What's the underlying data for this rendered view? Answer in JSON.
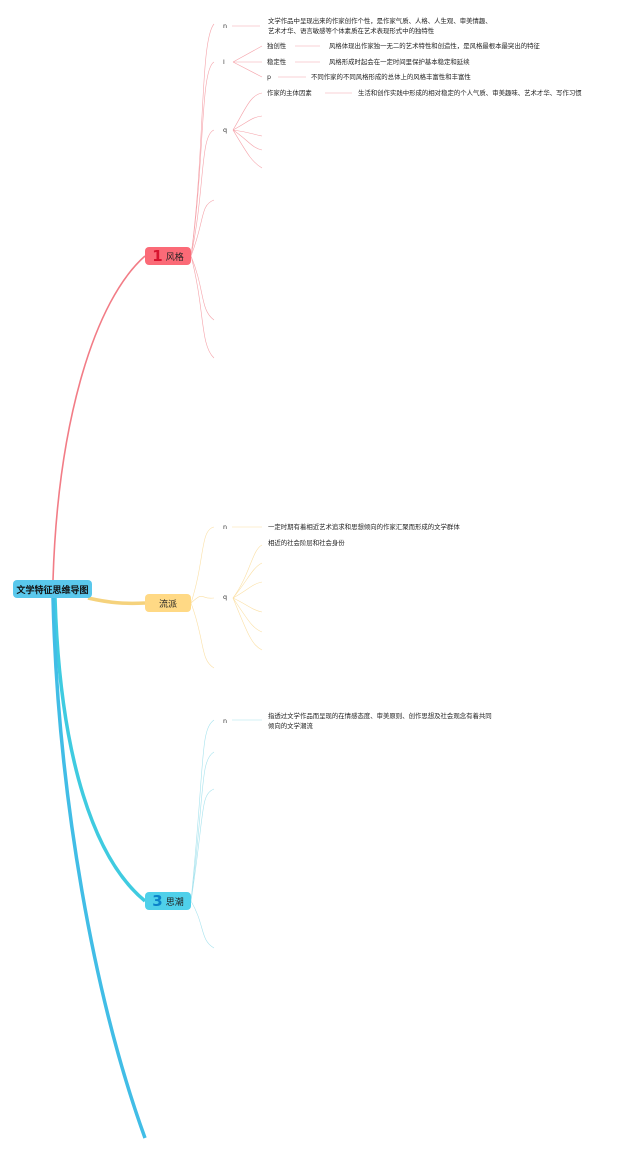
{
  "root": {
    "label": "文学特征思维导图"
  },
  "branches": [
    {
      "num": "1",
      "label": "风格",
      "color": "#f07c88",
      "items": [
        {
          "mark": "n",
          "lines": [
            "文学作品中呈现出来的作家创作个性，是作家气质、人格、人生观、审美情趣、",
            "艺术才华、语言敏感等个体素质在艺术表现形式中的独特性"
          ]
        },
        {
          "mark": "l",
          "terms": [
            {
              "term": "独创性",
              "desc": "风格体现出作家独一无二的艺术特性和创造性，是风格最根本最突出的特征"
            },
            {
              "term": "稳定性",
              "desc": "风格形成时起会在一定时间里保护基本稳定和延续"
            }
          ]
        },
        {
          "mark": "p",
          "desc": "不同作家的不同风格形成的总体上的风格丰富性和丰富性"
        },
        {
          "mark": "q",
          "term": "作家的主体因素",
          "desc": "生活和创作实践中形成的相对稳定的个人气质、审美趣味、艺术才华、写作习惯"
        }
      ]
    },
    {
      "num": "",
      "label": "流派",
      "color": "#fbd987",
      "items": [
        {
          "mark": "n",
          "lines": [
            "一定时期有着相近艺术追求和思想倾向的作家汇聚而形成的文学群体"
          ]
        },
        {
          "mark": "q",
          "lines": [
            "相近的社会阶层和社会身份"
          ]
        }
      ]
    },
    {
      "num": "3",
      "label": "思潮",
      "color": "#6fd3e2",
      "items": [
        {
          "mark": "n",
          "lines": [
            "指透过文学作品而呈现的在情感态度、审美原则、创作思想及社会观念有着共同",
            "倾向的文学潮流"
          ]
        }
      ]
    }
  ]
}
